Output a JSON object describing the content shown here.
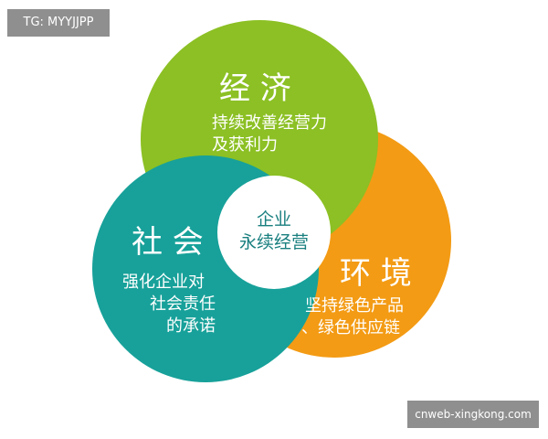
{
  "tag_label": "TG: MYYJJPP",
  "watermark": "cnweb-xingkong.com",
  "circles": {
    "economy": {
      "title": "经 济",
      "lines": [
        "持续改善经营力",
        "及获利力"
      ],
      "color": "#8cc024"
    },
    "environment": {
      "title": "环 境",
      "lines": [
        "坚持绿色产品",
        "、绿色供应链"
      ],
      "color": "#f39b14"
    },
    "society": {
      "title": "社 会",
      "lines": [
        "强化企业对",
        "社会责任",
        "的承诺"
      ],
      "color": "#17a19a"
    },
    "center": {
      "lines": [
        "企业",
        "永续经营"
      ],
      "text_color": "#1a7f7f"
    }
  }
}
